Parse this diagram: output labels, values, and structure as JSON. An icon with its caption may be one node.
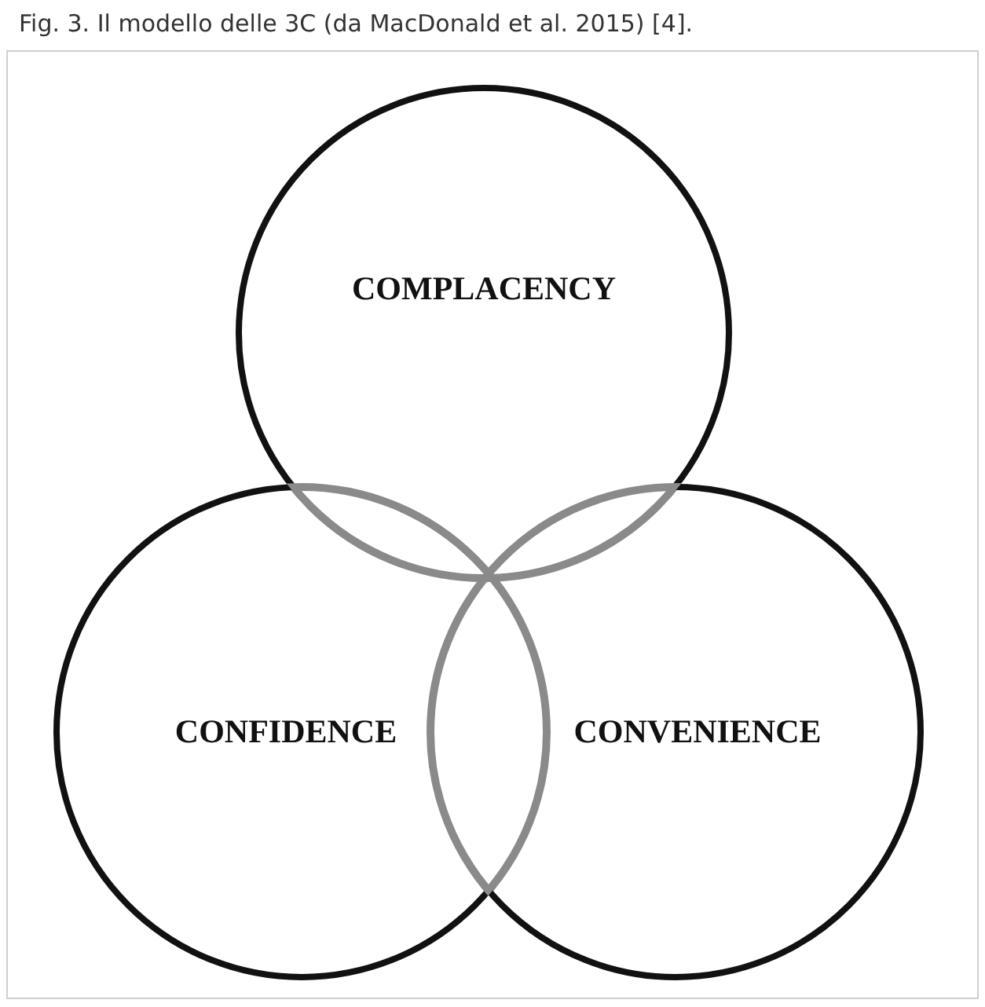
{
  "diagram": {
    "title": "Fig. 3. Il modello delle 3C (da MacDonald et al. 2015) [4].",
    "nodes": [
      {
        "text": [
          "COMPLACENCY"
        ]
      },
      {
        "text": [
          "CONFIDENCE"
        ]
      },
      {
        "text": [
          "CONVENIENCE"
        ]
      }
    ]
  }
}
